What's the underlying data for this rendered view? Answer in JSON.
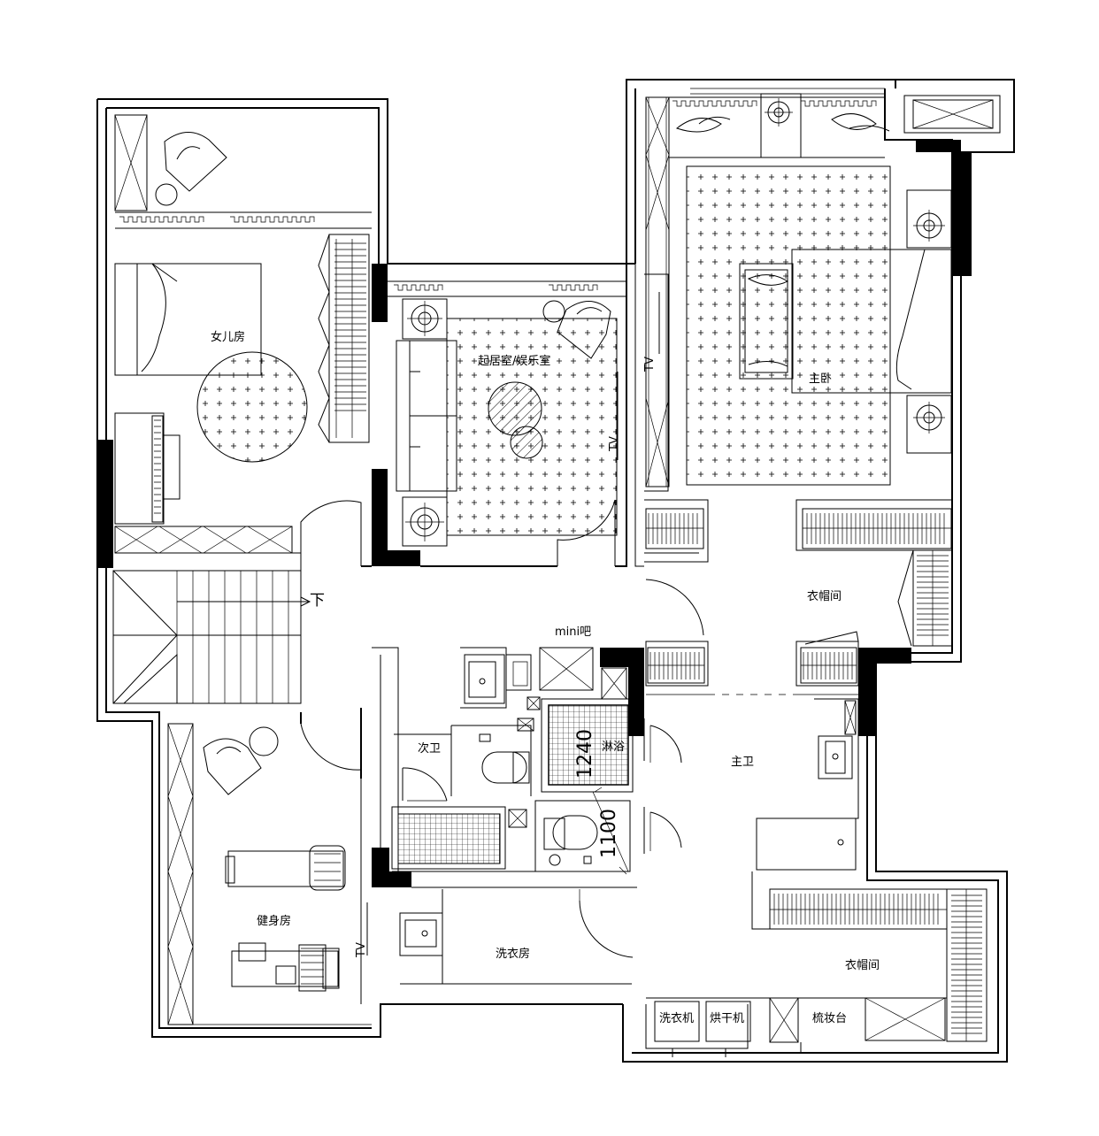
{
  "rooms": {
    "daughter_room": "女儿房",
    "living_entertainment": "起居室/娱乐室",
    "master_bedroom": "主卧",
    "walk_in_closet_upper": "衣帽间",
    "mini_bar": "mini吧",
    "secondary_bath": "次卫",
    "master_bath": "主卫",
    "gym": "健身房",
    "laundry_room": "洗衣房",
    "walk_in_closet_lower": "衣帽间",
    "washing_machine": "洗衣机",
    "dryer": "烘干机",
    "dressing_table": "梳妆台",
    "shower_small": "淋浴"
  },
  "stairs": {
    "down_label": "下"
  },
  "dimensions": {
    "shower_width": "1240",
    "wc_width": "1100"
  },
  "tv_marks": {
    "living_left": "TV",
    "living_right": "TV",
    "gym": "TV"
  }
}
